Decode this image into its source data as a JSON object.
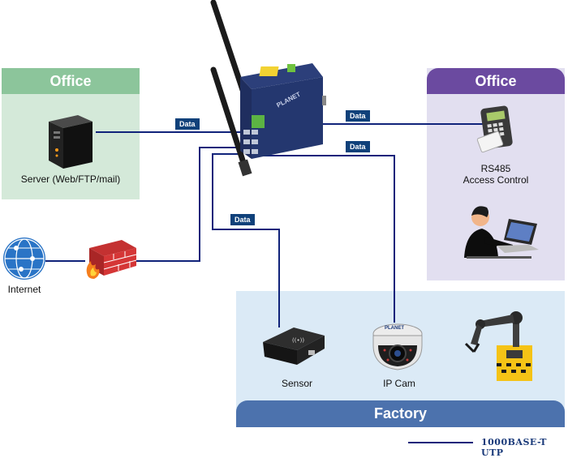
{
  "zones": {
    "office_left": "Office",
    "office_right": "Office",
    "factory": "Factory"
  },
  "data_tags": [
    "Data",
    "Data",
    "Data",
    "Data"
  ],
  "devices": {
    "server": "Server (Web/FTP/mail)",
    "access_control_line1": "RS485",
    "access_control_line2": "Access Control",
    "internet": "Internet",
    "sensor": "Sensor",
    "ipcam": "IP Cam"
  },
  "gateway_brand": "PLANET",
  "camera_brand": "PLANET",
  "legend": {
    "label": "1000BASE-T UTP",
    "color": "#10237a"
  },
  "colors": {
    "link": "#10237a",
    "data_tag": "#10417a"
  }
}
